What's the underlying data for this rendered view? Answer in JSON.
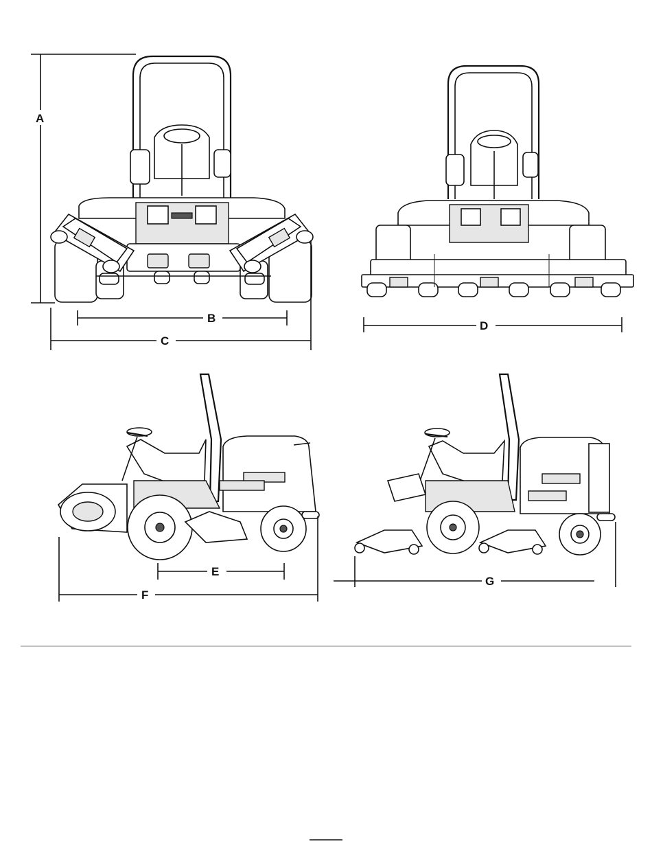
{
  "labels": {
    "a": "A",
    "b": "B",
    "c": "C",
    "d": "D",
    "e": "E",
    "f": "F",
    "g": "G"
  }
}
